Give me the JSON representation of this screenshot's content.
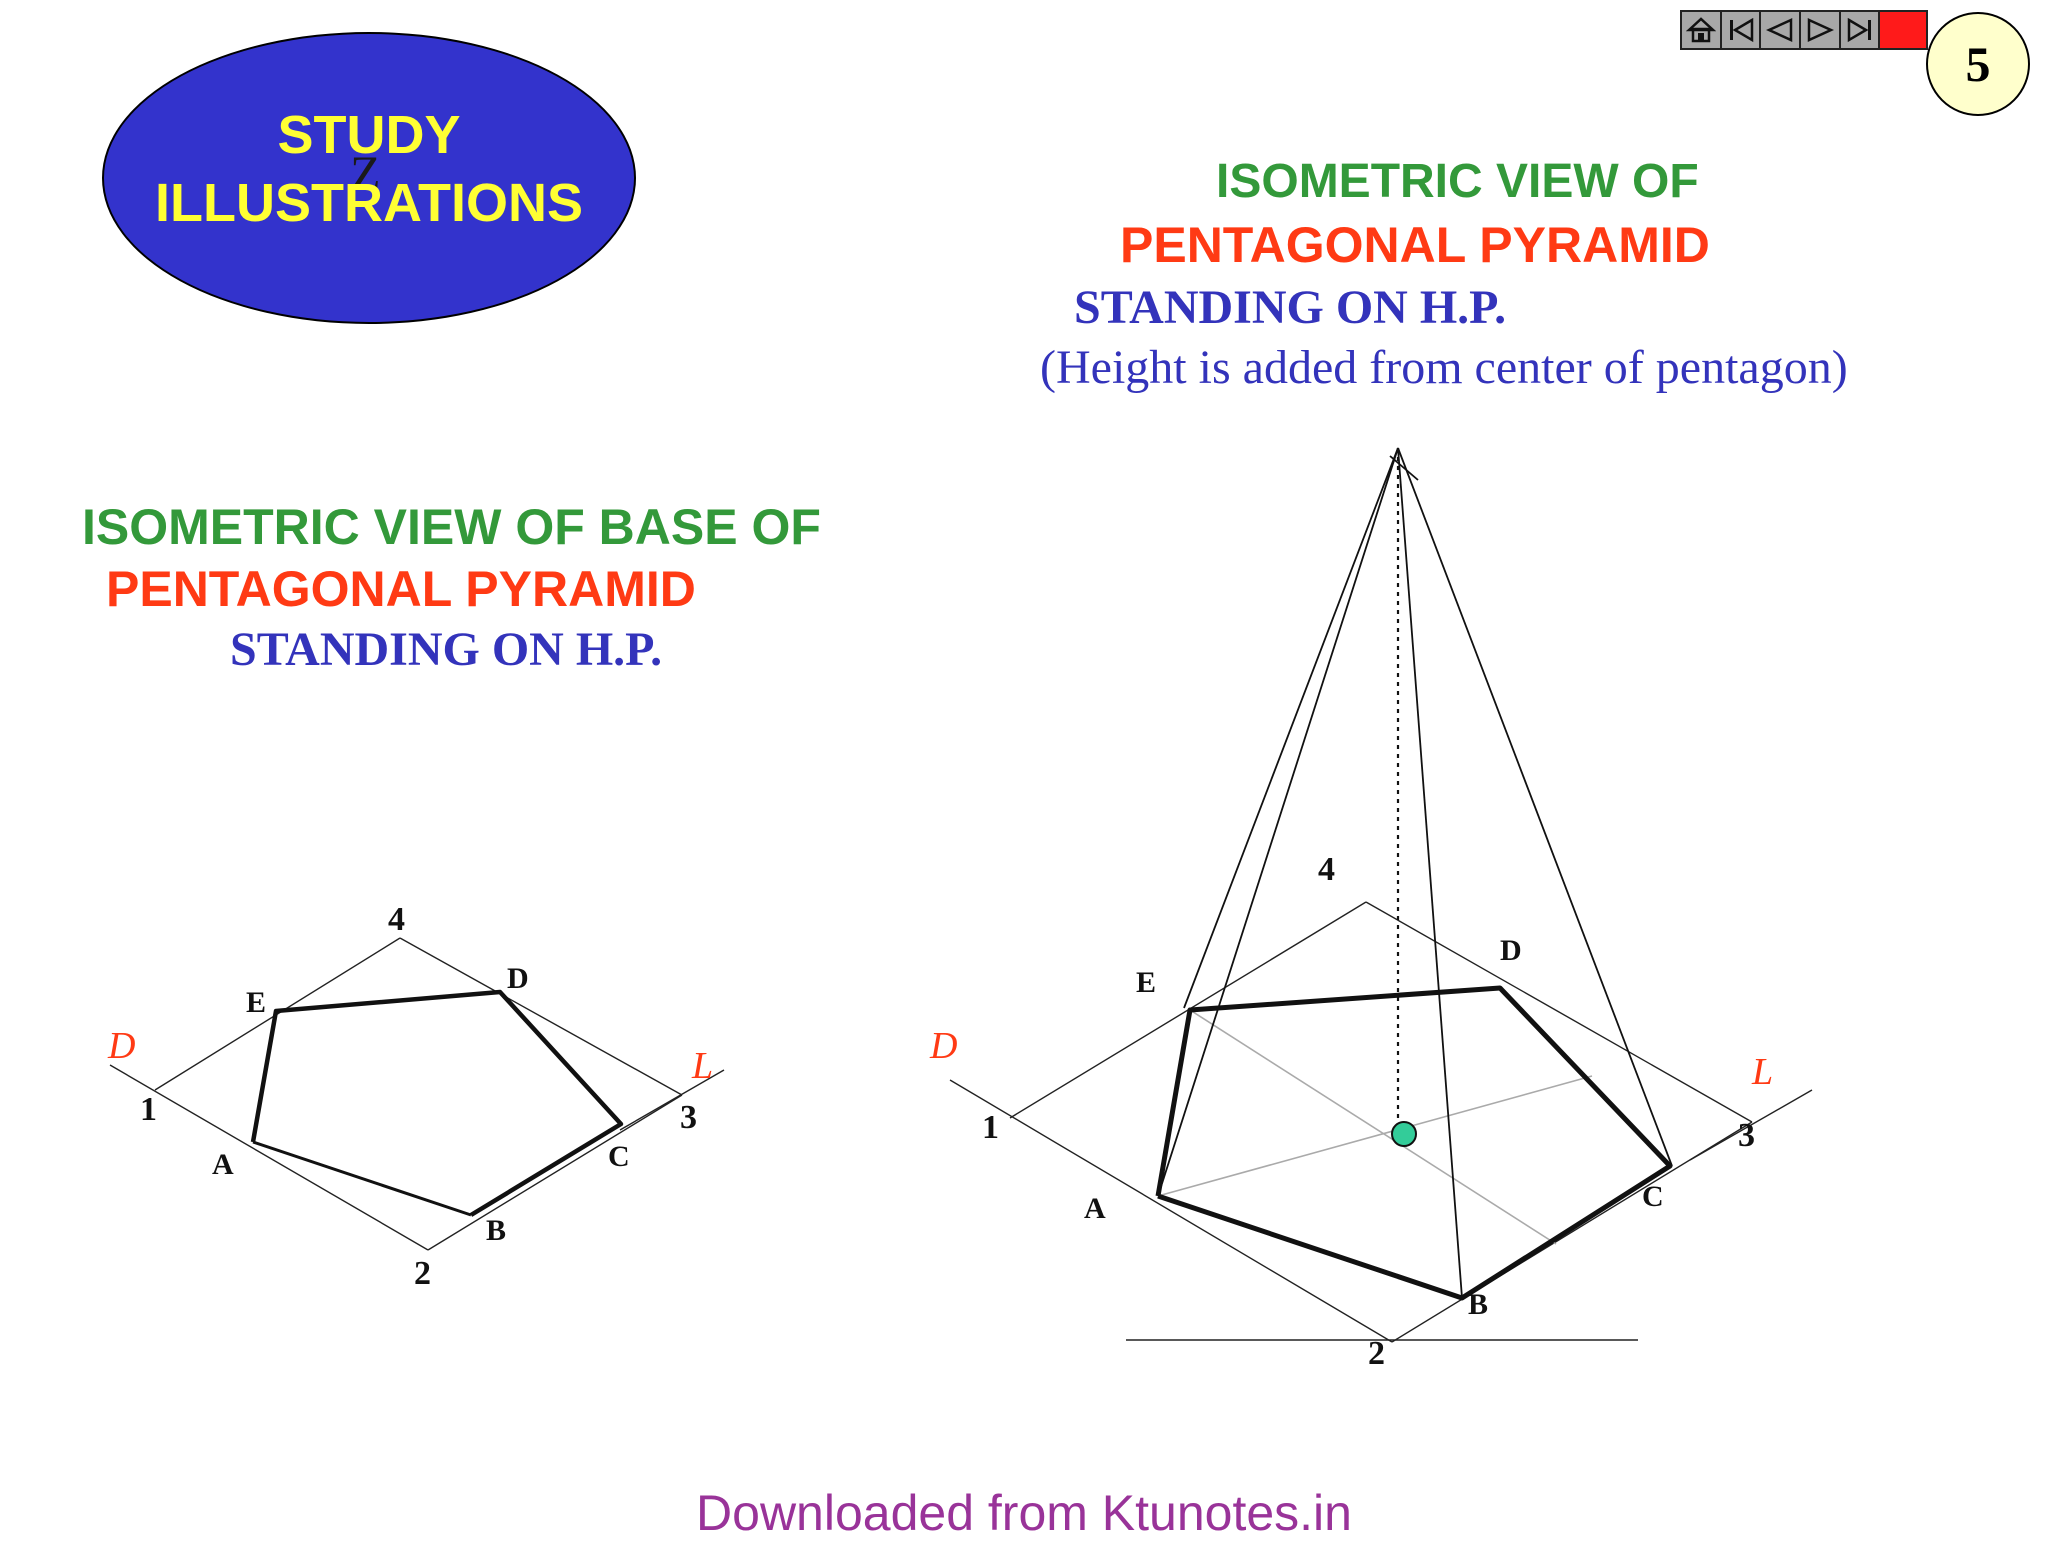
{
  "study": {
    "line1": "STUDY",
    "line2": "ILLUSTRATIONS",
    "overlay_glyph": "Z",
    "fill_color": "#3333cc",
    "text_color": "#ffff33"
  },
  "nav": {
    "buttons": [
      {
        "icon": "home-icon"
      },
      {
        "icon": "first-page-icon"
      },
      {
        "icon": "previous-icon"
      },
      {
        "icon": "next-icon"
      },
      {
        "icon": "last-page-icon"
      },
      {
        "icon": "stop-icon"
      }
    ]
  },
  "page_number": "5",
  "right_heading": {
    "line1": "ISOMETRIC VIEW OF",
    "line2": "PENTAGONAL PYRAMID",
    "line3": "STANDING ON H.P.",
    "line4": "(Height is added from center of pentagon)"
  },
  "left_heading": {
    "line1": "ISOMETRIC VIEW OF BASE OF",
    "line2": "PENTAGONAL PYRAMID",
    "line3": "STANDING ON H.P."
  },
  "left_figure": {
    "corner_labels": [
      "1",
      "2",
      "3",
      "4"
    ],
    "vertex_labels": [
      "A",
      "B",
      "C",
      "D",
      "E"
    ],
    "axis_labels": {
      "d": "D",
      "l": "L"
    }
  },
  "right_figure": {
    "corner_labels": [
      "1",
      "2",
      "3",
      "4"
    ],
    "vertex_labels": [
      "A",
      "B",
      "C",
      "D",
      "E"
    ],
    "axis_labels": {
      "d": "D",
      "l": "L"
    },
    "center_color": "#33cc99"
  },
  "colors": {
    "green": "#33993a",
    "red": "#ff3a14",
    "blue": "#3333bb",
    "footer": "#993399"
  },
  "footer": "Downloaded from Ktunotes.in"
}
